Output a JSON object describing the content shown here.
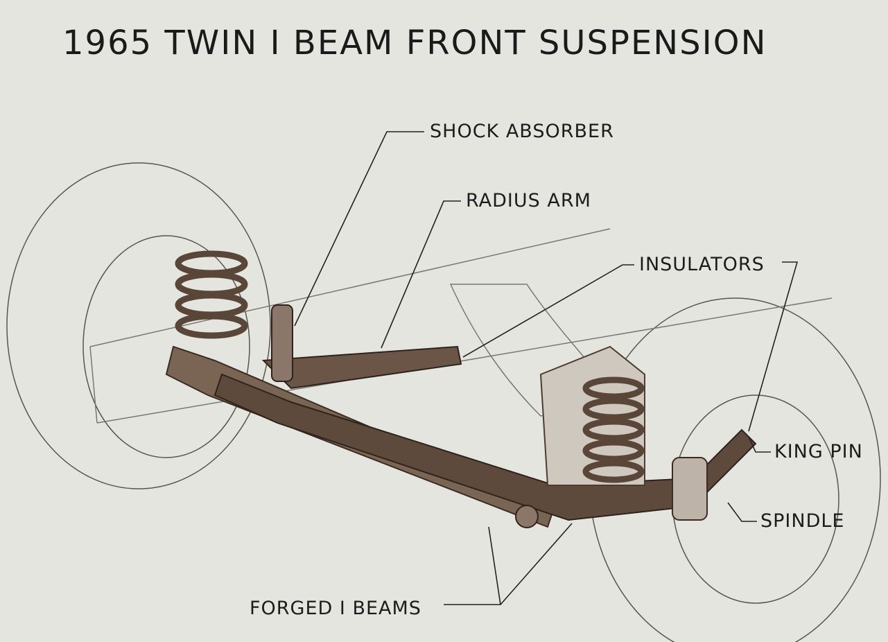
{
  "title": "1965 TWIN I BEAM FRONT SUSPENSION",
  "labels": {
    "shock_absorber": "SHOCK ABSORBER",
    "radius_arm": "RADIUS ARM",
    "insulators": "INSULATORS",
    "king_pin": "KING PIN",
    "spindle": "SPINDLE",
    "forged_i_beams": "FORGED I BEAMS"
  },
  "colors": {
    "background": "#e3e5de",
    "beam": "#6e5a4a",
    "beam_light": "#a8958a",
    "ink": "#1c1c1c"
  }
}
